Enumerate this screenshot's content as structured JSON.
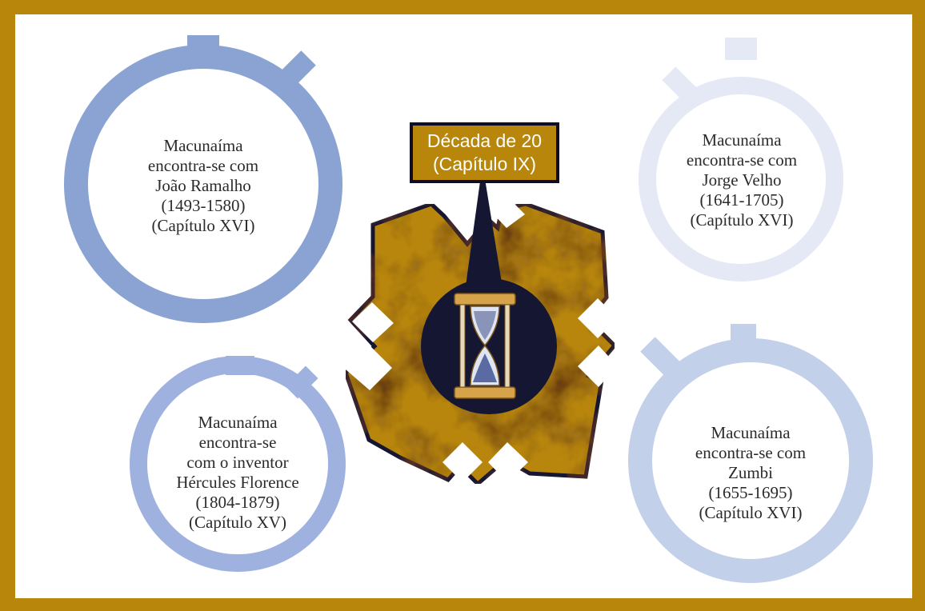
{
  "colors": {
    "frame": "#b8860b",
    "background": "#ffffff",
    "hub_dark": "#141632",
    "label_fill": "#b8860b",
    "ring_top_left": "#8aa3d3",
    "ring_top_right": "#e4e9f5",
    "ring_bottom_left": "#9fb1df",
    "ring_bottom_right": "#c3d0ea"
  },
  "center": {
    "label_line1": "Década de 20",
    "label_line2": "(Capítulo IX)",
    "icon": "hourglass-icon"
  },
  "stopwatches": {
    "top_left": {
      "lines": [
        "Macunaíma",
        "encontra-se com",
        "João Ramalho",
        "(1493-1580)",
        "(Capítulo XVI)"
      ]
    },
    "top_right": {
      "lines": [
        "Macunaíma",
        "encontra-se com",
        "Jorge Velho",
        "(1641-1705)",
        "(Capítulo XVI)"
      ]
    },
    "bottom_left": {
      "lines": [
        "Macunaíma",
        "encontra-se",
        "com o inventor",
        "Hércules Florence",
        "(1804-1879)",
        "(Capítulo XV)"
      ]
    },
    "bottom_right": {
      "lines": [
        "Macunaíma",
        "encontra-se com",
        "Zumbi",
        "(1655-1695)",
        "(Capítulo XVI)"
      ]
    }
  }
}
